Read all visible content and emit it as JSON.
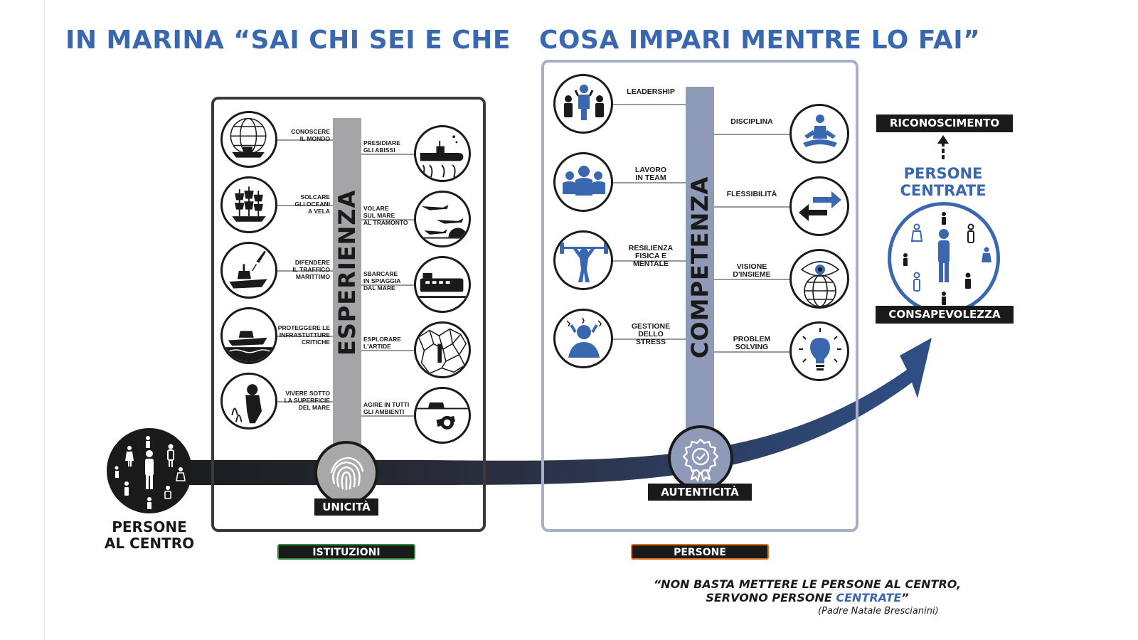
{
  "titles": {
    "left": "IN MARINA “SAI CHI SEI E CHE",
    "right": "COSA IMPARI MENTRE LO FAI”"
  },
  "esperienza": {
    "label": "ESPERIENZA",
    "left_items": [
      {
        "label": "CONOSCERE\nIL MONDO",
        "icon": "globe-ship-icon"
      },
      {
        "label": "SOLCARE\nGLI OCEANI\nA VELA",
        "icon": "sailing-ship-icon"
      },
      {
        "label": "DIFENDERE\nIL TRAFFICO\nMARITTIMO",
        "icon": "warship-missile-icon"
      },
      {
        "label": "PROTEGGERE LE\nINFRASTUTTURE\nCRITICHE",
        "icon": "patrol-boat-icon"
      },
      {
        "label": "VIVERE SOTTO\nLA SUPERFICIE\nDEL MARE",
        "icon": "diver-icon"
      }
    ],
    "right_items": [
      {
        "label": "PRESIDIARE\nGLI ABISSI",
        "icon": "submarine-icon"
      },
      {
        "label": "VOLARE\nSUL MARE\nAL TRAMONTO",
        "icon": "jets-icon"
      },
      {
        "label": "SBARCARE\nIN SPIAGGIA\nDAL MARE",
        "icon": "landing-craft-icon"
      },
      {
        "label": "ESPLORARE\nL'ARTIDE",
        "icon": "arctic-icon"
      },
      {
        "label": "AGIRE IN TUTTI\nGLI AMBIENTI",
        "icon": "underwater-diver-icon"
      }
    ]
  },
  "competenza": {
    "label": "COMPETENZA",
    "left_items": [
      {
        "label": "LEADERSHIP",
        "icon": "leader-group-icon"
      },
      {
        "label": "LAVORO\nIN TEAM",
        "icon": "team-icon"
      },
      {
        "label": "RESILIENZA\nFISICA E\nMENTALE",
        "icon": "weightlifter-icon"
      },
      {
        "label": "GESTIONE\nDELLO\nSTRESS",
        "icon": "stress-icon"
      }
    ],
    "right_items": [
      {
        "label": "DISCIPLINA",
        "icon": "meditation-icon"
      },
      {
        "label": "FLESSIBILITÀ",
        "icon": "arrows-icon"
      },
      {
        "label": "VISIONE\nD'INSIEME",
        "icon": "eye-globe-icon"
      },
      {
        "label": "PROBLEM\nSOLVING",
        "icon": "lightbulb-icon"
      }
    ]
  },
  "nodes": {
    "persone_al_centro": "PERSONE\nAL CENTRO",
    "unicita": "UNICITÀ",
    "autenticita": "AUTENTICITÀ",
    "riconoscimento": "RICONOSCIMENTO",
    "persone_centrate": "PERSONE\nCENTRATE",
    "consapevolezza": "CONSAPEVOLEZZA"
  },
  "footer_tags": {
    "istituzioni": "ISTITUZIONI",
    "persone": "PERSONE"
  },
  "quote": {
    "line1": "“NON BASTA METTERE LE PERSONE AL CENTRO,",
    "line2_prefix": "SERVONO PERSONE ",
    "line2_highlight": "CENTRATE",
    "line2_suffix": "”",
    "author": "(Padre Natale Brescianini)"
  },
  "colors": {
    "title_blue": "#3a68b0",
    "dark": "#1a1a1a",
    "esperienza_bar": "#a5a5a7",
    "competenza_bar": "#8e9ab8",
    "istituzioni_border": "#2e8b3a",
    "persone_border": "#e07020"
  }
}
